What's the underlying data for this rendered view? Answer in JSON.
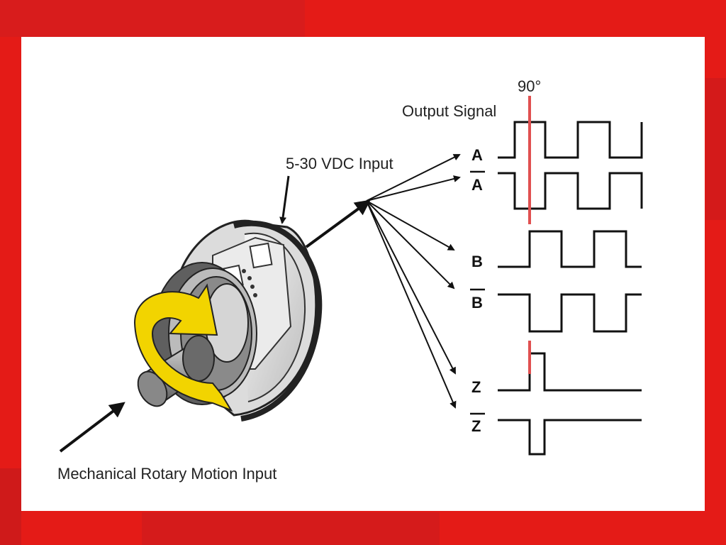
{
  "labels": {
    "vdc_input": "5-30 VDC Input",
    "output_signal": "Output Signal",
    "phase": "90°",
    "mechanical_input": "Mechanical Rotary Motion Input"
  },
  "signals": [
    {
      "name": "A",
      "inverted": false
    },
    {
      "name": "A",
      "inverted": true
    },
    {
      "name": "B",
      "inverted": false
    },
    {
      "name": "B",
      "inverted": true
    },
    {
      "name": "Z",
      "inverted": false
    },
    {
      "name": "Z",
      "inverted": true
    }
  ],
  "colors": {
    "frame": "#e41b17",
    "marker": "#e05050",
    "arrow_highlight": "#f2d400",
    "line": "#111111"
  }
}
